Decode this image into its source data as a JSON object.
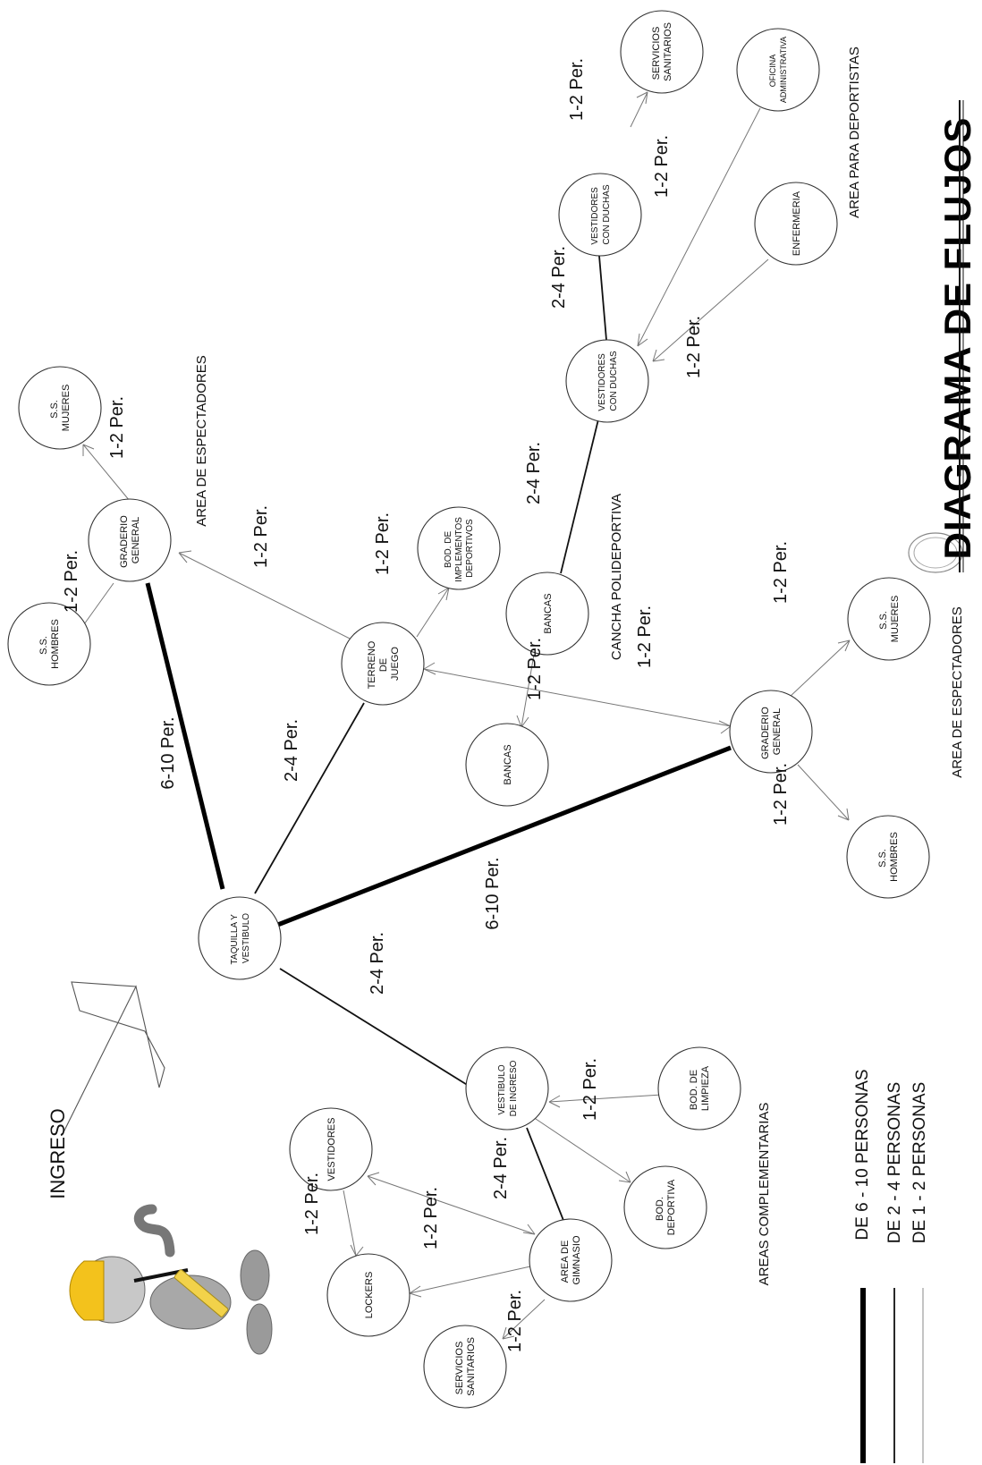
{
  "title": "DIAGRAMA DE FLUJOS",
  "ingreso": "INGRESO",
  "nodes": {
    "ss_hombres_top": [
      "S.S.",
      "HOMBRES"
    ],
    "graderio_top": [
      "GRADERIO",
      "GENERAL"
    ],
    "ss_mujeres_top": [
      "S.S.",
      "MUJERES"
    ],
    "terreno": [
      "TERRENO",
      "DE",
      "JUEGO"
    ],
    "bod_implementos": [
      "BOD. DE",
      "IMPLEMENTOS",
      "DEPORTIVOS"
    ],
    "bancas_1": [
      "BANCAS"
    ],
    "bancas_2": [
      "BANCAS"
    ],
    "vestidores_duchas_1": [
      "VESTIDORES",
      "CON DUCHAS"
    ],
    "vestidores_duchas_2": [
      "VESTIDORES",
      "CON DUCHAS"
    ],
    "servicios_top": [
      "SERVICIOS",
      "SANITARIOS"
    ],
    "oficina": [
      "OFICINA",
      "ADMINISTRATIVA"
    ],
    "enfermeria": [
      "ENFERMERIA"
    ],
    "graderio_right": [
      "GRADERIO",
      "GENERAL"
    ],
    "ss_mujeres_right": [
      "S.S.",
      "MUJERES"
    ],
    "ss_hombres_right": [
      "S.S.",
      "HOMBRES"
    ],
    "taquilla": [
      "TAQUILLA Y",
      "VESTIBULO"
    ],
    "vestibulo_ingreso": [
      "VESTIBULO",
      "DE INGRESO"
    ],
    "bod_limpieza": [
      "BOD. DE",
      "LIMPIEZA"
    ],
    "bod_deportiva": [
      "BOD.",
      "DEPORTIVA"
    ],
    "vestidores": [
      "VESTIDORES"
    ],
    "lockers": [
      "LOCKERS"
    ],
    "area_gimnasio": [
      "AREA DE",
      "GIMNASIO"
    ],
    "servicios_bottom": [
      "SERVICIOS",
      "SANITARIOS"
    ]
  },
  "edges": [
    {
      "label": "1-2 Per."
    },
    {
      "label": "1-2 Per."
    },
    {
      "label": "1-2 Per."
    },
    {
      "label": "1-2 Per."
    },
    {
      "label": "6-10 Per."
    },
    {
      "label": "2-4 Per."
    },
    {
      "label": "6-10 Per."
    },
    {
      "label": "2-4 Per."
    },
    {
      "label": "2-4 Per."
    },
    {
      "label": "2-4 Per."
    },
    {
      "label": "1-2 Per."
    },
    {
      "label": "1-2 Per."
    },
    {
      "label": "1-2 Per."
    },
    {
      "label": "1-2 Per."
    },
    {
      "label": "1-2 Per."
    },
    {
      "label": "1-2 Per."
    },
    {
      "label": "1-2 Per."
    },
    {
      "label": "1-2 Per."
    },
    {
      "label": "2-4 Per."
    },
    {
      "label": "1-2 Per."
    },
    {
      "label": "1-2 Per."
    },
    {
      "label": "1-2 Per."
    }
  ],
  "areas": {
    "espectadores_top": "AREA DE ESPECTADORES",
    "cancha": "CANCHA POLIDEPORTIVA",
    "deportistas": "AREA PARA DEPORTISTAS",
    "espectadores_right": "AREA DE ESPECTADORES",
    "complementarias": "AREAS COMPLEMENTARIAS"
  },
  "legend": {
    "heavy": "DE 6 - 10 PERSONAS",
    "medium": "DE 2 - 4 PERSONAS",
    "light": "DE 1 - 2 PERSONAS"
  }
}
